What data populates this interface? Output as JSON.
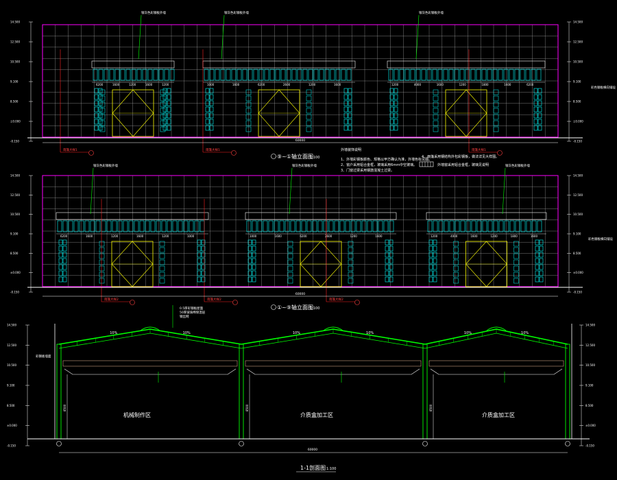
{
  "colors": {
    "background": "#000000",
    "outline": "#ff00ff",
    "grid": "#b0b0b0",
    "dimension": "#ffffff",
    "window_frame": "#00ffff",
    "window_fill": "#9ab6c8",
    "door": "#ffff00",
    "leader_red": "#ff2020",
    "leader_green": "#00ff00",
    "structure": "#00ff00",
    "text": "#ffffff"
  },
  "elevation_1": {
    "title": "⑨~①轴立面图",
    "scale": "1:100",
    "total_length": "60000",
    "top_labels": [
      "银灰色彩钢板外墙",
      "银灰色彩钢板外墙",
      "银灰色彩钢板外墙"
    ],
    "bottom_callouts": [
      "雨篷大样1",
      "雨篷大样1",
      "雨篷大样1"
    ],
    "left_elevations": [
      "14.500",
      "12.500",
      "10.500",
      "9.100",
      "8.500",
      "±0.000",
      "-0.150"
    ],
    "right_elevations": [
      "14.500",
      "12.500",
      "10.500",
      "9.100",
      "8.500",
      "±0.000",
      "-0.150"
    ],
    "right_note": "彩色钢板横向铺设",
    "opening_dims": [
      "6200",
      "1600",
      "1200",
      "1600",
      "1200",
      "1000",
      "1600",
      "6200",
      "2600",
      "1200",
      "1600",
      "1200",
      "4000",
      "1600",
      "1200",
      "1800",
      "1600",
      "6200"
    ]
  },
  "notes": {
    "heading": "外墙装饰说明",
    "items": [
      "1、外墙彩钢板颜色、规格以甲方确认为准，外墙色标见图。",
      "2、窗户采用铝合金框，玻璃采用6mm中空玻璃。",
      "3、门窗过梁采用钢筋混凝土过梁。",
      "4、雨篷采用钢结构外包彩钢板，做法详见大样图。"
    ],
    "legend_text": "外墙窗采用铝合金框，玻璃见说明"
  },
  "elevation_2": {
    "title": "①~⑨轴立面图",
    "scale": "1:100",
    "total_length": "60000",
    "top_labels": [
      "银灰色彩钢板外墙",
      "银灰色彩钢板外墙",
      "银灰色彩钢板外墙"
    ],
    "bottom_callouts": [
      "雨篷大样2",
      "雨篷大样2",
      "雨篷大样2"
    ],
    "left_elevations": [
      "14.500",
      "12.500",
      "10.500",
      "9.100",
      "8.500",
      "±0.000",
      "-0.150"
    ],
    "right_elevations": [
      "14.500",
      "12.500",
      "10.500",
      "9.100",
      "8.500",
      "±0.000",
      "-0.150"
    ],
    "right_note": "彩色钢板横向铺设"
  },
  "section": {
    "title": "1-1剖面图",
    "scale": "1:100",
    "total_length": "60000",
    "roof_slopes": [
      "10%",
      "10%",
      "10%",
      "10%",
      "10%",
      "10%"
    ],
    "zones": [
      "机械制作区",
      "介质盒加工区",
      "介质盒加工区"
    ],
    "roof_notes": [
      "0.5厚彩钢板屋面",
      "50厚玻璃棉保温层",
      "钢丝网"
    ],
    "heights": [
      "8500",
      "8500",
      "8500"
    ],
    "left_elevations": [
      "14.500",
      "12.500",
      "10.500",
      "9.100",
      "8.500",
      "±0.000",
      "-0.150"
    ],
    "right_elevations": [
      "14.500",
      "12.500",
      "10.500",
      "9.100",
      "8.500",
      "±0.000",
      "-0.150"
    ],
    "wall_note": "彩钢板墙面"
  }
}
